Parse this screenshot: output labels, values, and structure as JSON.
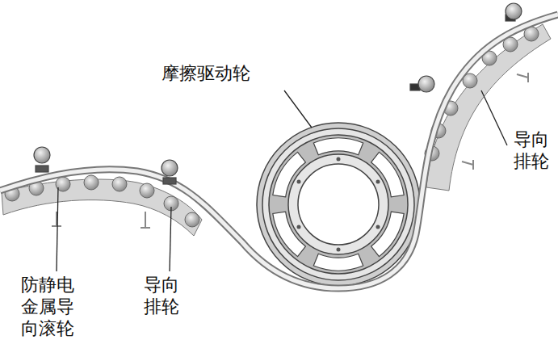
{
  "diagram": {
    "labels": [
      "摩擦驱动轮",
      "导向 排轮",
      "防静电 金属导 向滚轮",
      "导向 排轮"
    ]
  }
}
